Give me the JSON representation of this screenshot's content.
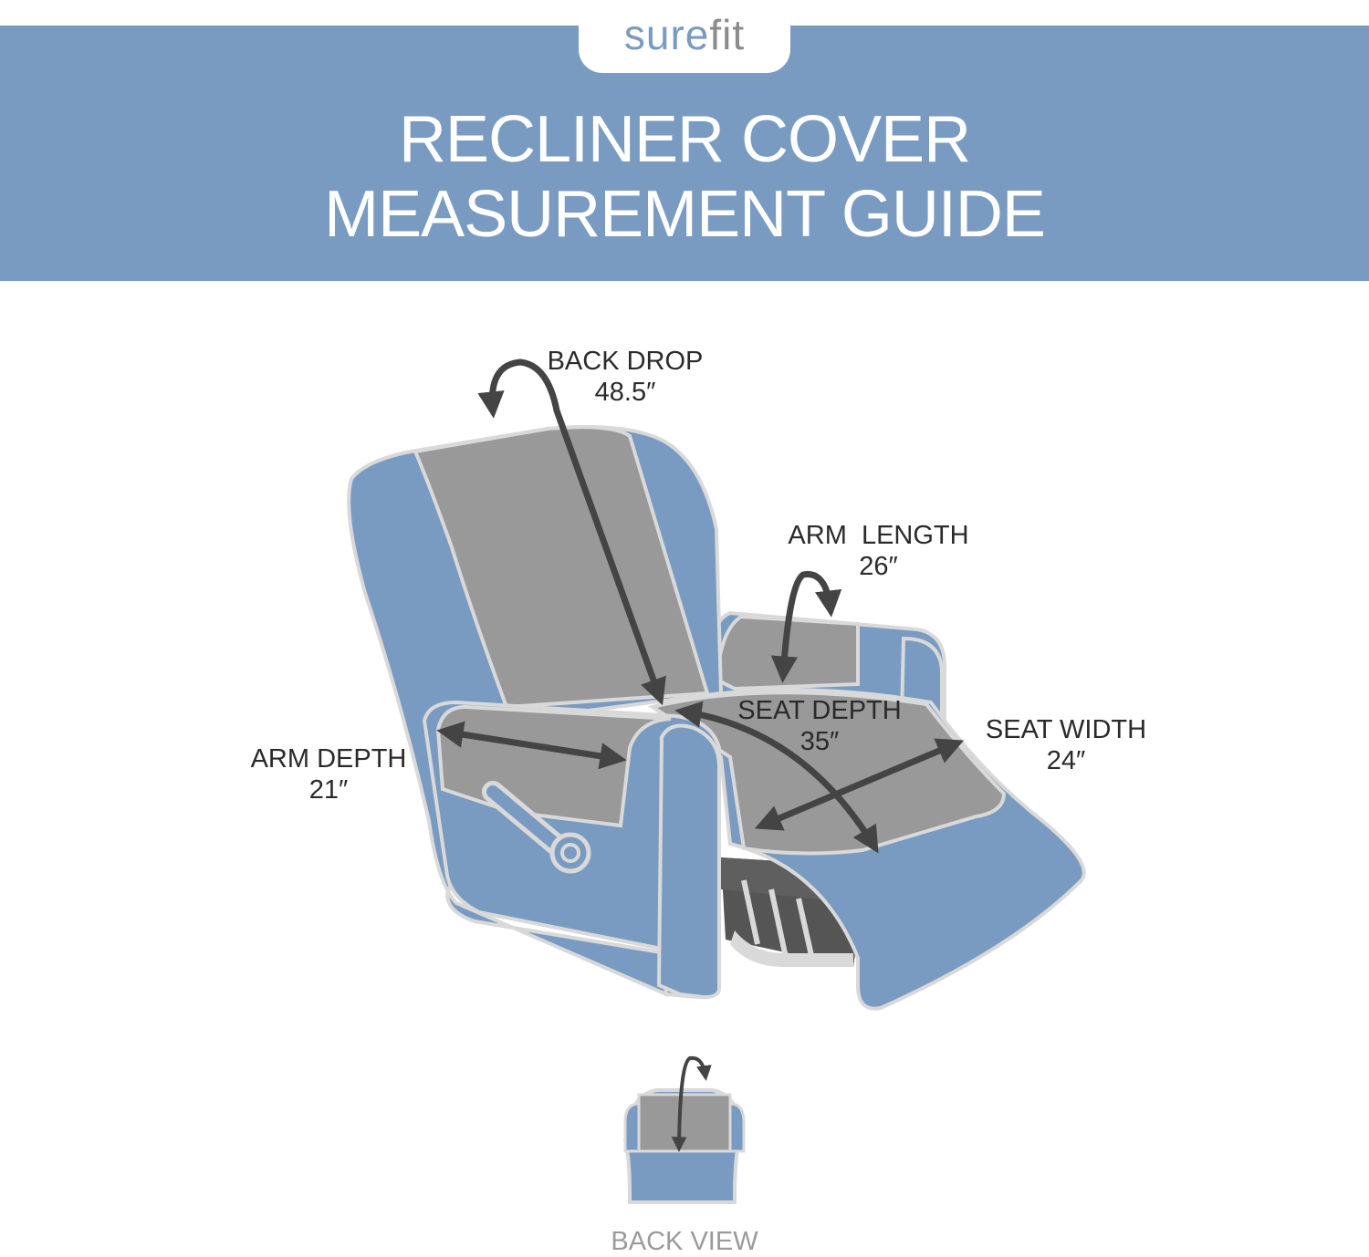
{
  "brand": {
    "part1": "sure",
    "part2": "fit"
  },
  "title": {
    "line1": "RECLINER COVER",
    "line2": "MEASUREMENT GUIDE"
  },
  "measurements": {
    "back_drop": {
      "name": "BACK DROP",
      "value": "48.5″"
    },
    "arm_length": {
      "name": "ARM  LENGTH",
      "value": "26″"
    },
    "seat_depth": {
      "name": "SEAT DEPTH",
      "value": "35″"
    },
    "seat_width": {
      "name": "SEAT WIDTH",
      "value": "24″"
    },
    "arm_depth": {
      "name": "ARM DEPTH",
      "value": "21″"
    }
  },
  "back_view_label": "BACK VIEW",
  "colors": {
    "banner": "#7a9bc1",
    "chair_blue": "#7a9bc1",
    "cover_gray": "#999999",
    "outline": "#d9d9d9",
    "arrow": "#444444"
  }
}
